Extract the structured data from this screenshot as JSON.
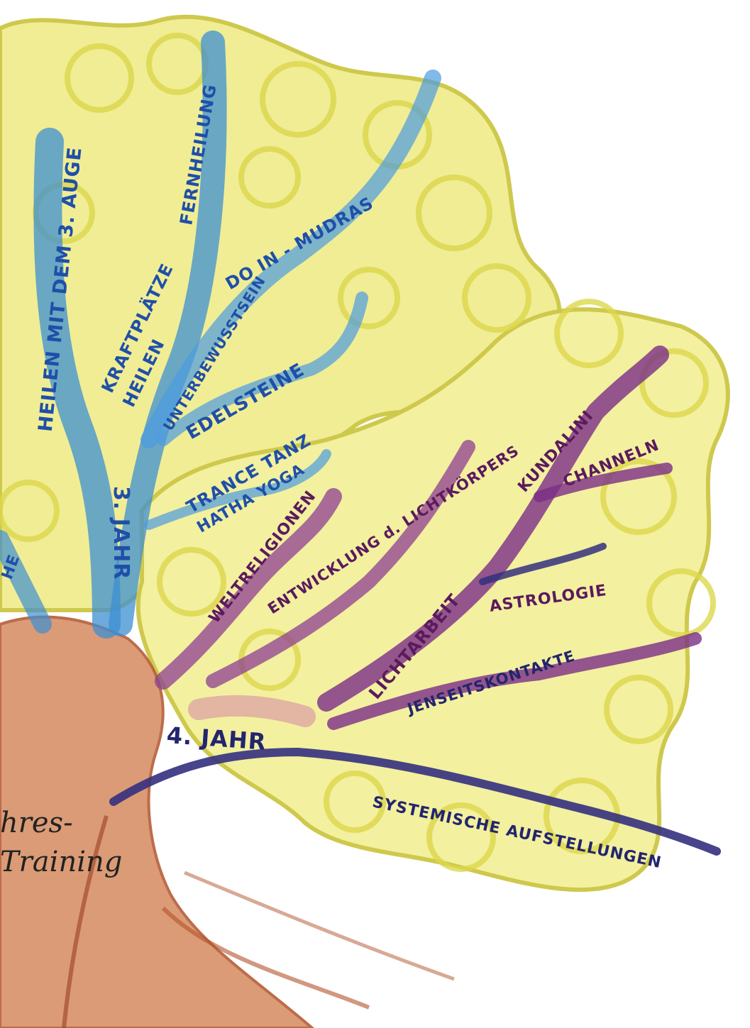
{
  "colors": {
    "foliage": "#e4e04a",
    "foliage_outline": "#aab023",
    "branch_blue": "#3d8fd1",
    "branch_purple": "#8e3f92",
    "trunk": "#c9643a",
    "text_blue": "#1f4fa8",
    "text_purple": "#5b1a5e"
  },
  "tree": {
    "training_label_line1": "hres-",
    "training_label_line2": "Training",
    "partial_label": "HE"
  },
  "year3": {
    "year_label": "3. JAHR",
    "branches": [
      "HEILEN MIT DEM 3. AUGE",
      "KRAFTPLÄTZE",
      "HEILEN",
      "FERNHEILUNG",
      "UNTERBEWUSSTSEIN",
      "DO IN - MUDRAS",
      "EDELSTEINE",
      "TRANCE TANZ",
      "HATHA YOGA"
    ]
  },
  "year4": {
    "year_label": "4. JAHR",
    "branches": [
      "WELTRELIGIONEN",
      "ENTWICKLUNG d. LICHTKÖRPERS",
      "KUNDALINI",
      "CHANNELN",
      "LICHTARBEIT",
      "ASTROLOGIE",
      "JENSEITSKONTAKTE",
      "SYSTEMISCHE AUFSTELLUNGEN"
    ]
  }
}
